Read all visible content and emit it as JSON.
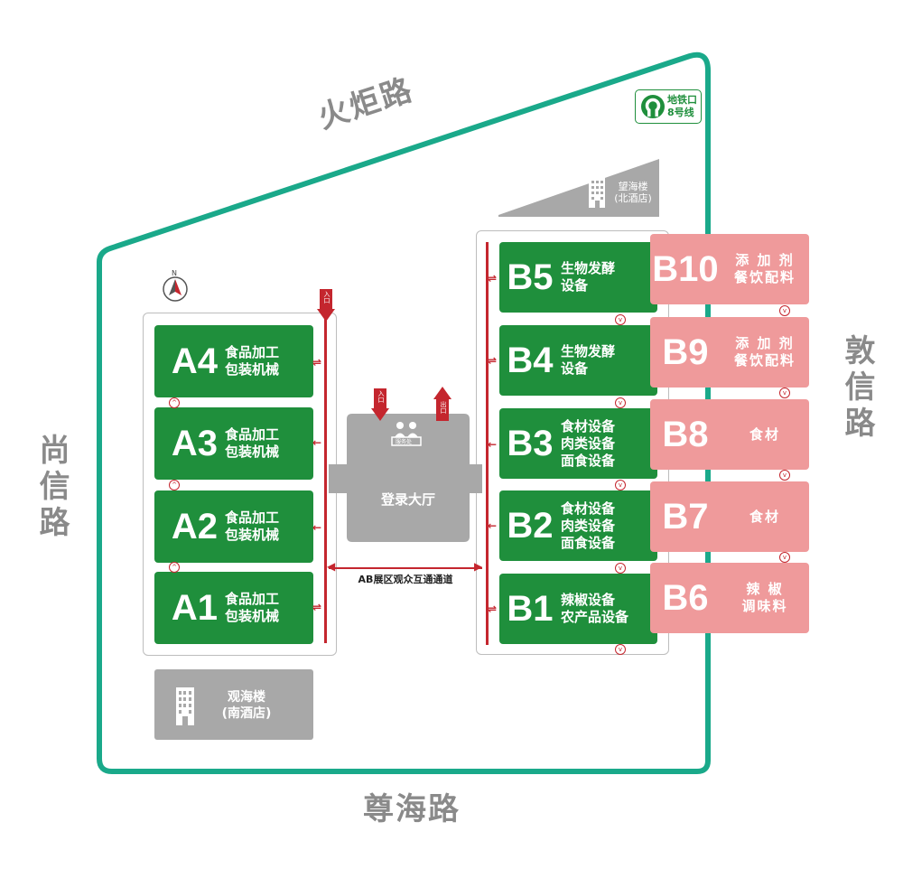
{
  "roads": {
    "north": "火炬路",
    "east": "敦信路",
    "west": "尚信路",
    "south": "尊海路"
  },
  "metro": {
    "line1": "地铁口",
    "line2": "8号线"
  },
  "compass": "N",
  "buildings": {
    "north_hotel": {
      "line1": "望海楼",
      "line2": "(北酒店)"
    },
    "south_hotel": {
      "line1": "观海楼",
      "line2": "(南酒店)"
    }
  },
  "lobby": {
    "label": "登录大厅",
    "service": "服务处"
  },
  "corridor": "AB展区观众互通通道",
  "signs": {
    "entrance": "入口",
    "exit": "出口"
  },
  "hall_a": [
    {
      "code": "A4",
      "desc": "食品加工\n包装机械"
    },
    {
      "code": "A3",
      "desc": "食品加工\n包装机械"
    },
    {
      "code": "A2",
      "desc": "食品加工\n包装机械"
    },
    {
      "code": "A1",
      "desc": "食品加工\n包装机械"
    }
  ],
  "hall_b": [
    {
      "code": "B5",
      "desc": "生物发酵\n设备"
    },
    {
      "code": "B4",
      "desc": "生物发酵\n设备"
    },
    {
      "code": "B3",
      "desc": "食材设备\n肉类设备\n面食设备"
    },
    {
      "code": "B2",
      "desc": "食材设备\n肉类设备\n面食设备"
    },
    {
      "code": "B1",
      "desc": "辣椒设备\n农产品设备"
    }
  ],
  "hall_b_ext": [
    {
      "code": "B10",
      "desc": "添 加 剂\n餐饮配料"
    },
    {
      "code": "B9",
      "desc": "添 加 剂\n餐饮配料"
    },
    {
      "code": "B8",
      "desc": "食材"
    },
    {
      "code": "B7",
      "desc": "食材"
    },
    {
      "code": "B6",
      "desc": "辣    椒\n调味料"
    }
  ],
  "colors": {
    "site_border": "#1aa98a",
    "booth_green": "#1f8f3c",
    "booth_pink": "#ef9a9b",
    "accent_red": "#c4262e",
    "building_gray": "#a8a8a8"
  }
}
